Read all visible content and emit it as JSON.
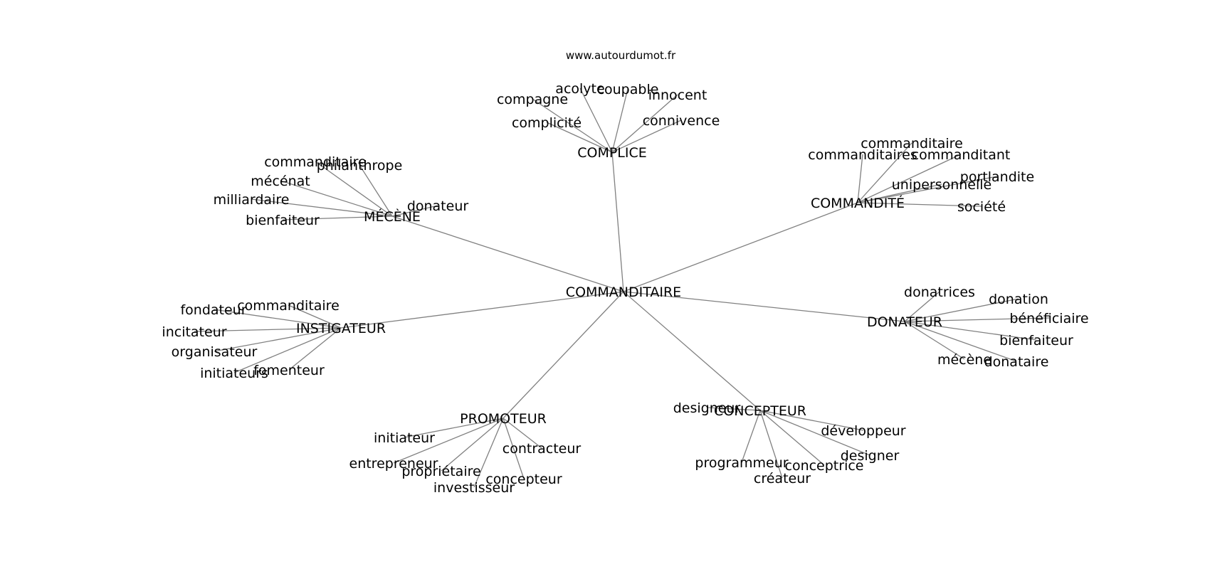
{
  "watermark": "www.autourdumot.fr",
  "center": "COMMANDITAIRE",
  "groups": [
    {
      "id": "complice",
      "label": "COMPLICE",
      "words": [
        "acolyte",
        "coupable",
        "compagne",
        "innocent",
        "complicité",
        "connivence"
      ]
    },
    {
      "id": "mecene",
      "label": "MÉCÈNE",
      "words": [
        "commanditaire",
        "philanthrope",
        "mécénat",
        "milliardaire",
        "donateur",
        "bienfaiteur"
      ]
    },
    {
      "id": "commandite",
      "label": "COMMANDITÉ",
      "words": [
        "commanditaire",
        "commanditaires",
        "commanditant",
        "portlandite",
        "unipersonnelle",
        "société"
      ]
    },
    {
      "id": "instigateur",
      "label": "INSTIGATEUR",
      "words": [
        "fondateur",
        "commanditaire",
        "incitateur",
        "organisateur",
        "fomenteur",
        "initiateurs"
      ]
    },
    {
      "id": "donateur",
      "label": "DONATEUR",
      "words": [
        "donatrices",
        "donation",
        "bénéficiaire",
        "bienfaiteur",
        "mécène",
        "donataire"
      ]
    },
    {
      "id": "promoteur",
      "label": "PROMOTEUR",
      "words": [
        "initiateur",
        "contracteur",
        "entrepreneur",
        "propriétaire",
        "concepteur",
        "investisseur"
      ]
    },
    {
      "id": "concepteur",
      "label": "CONCEPTEUR",
      "words": [
        "designeur",
        "développeur",
        "designer",
        "programmeur",
        "conceptrice",
        "créateur"
      ]
    }
  ]
}
